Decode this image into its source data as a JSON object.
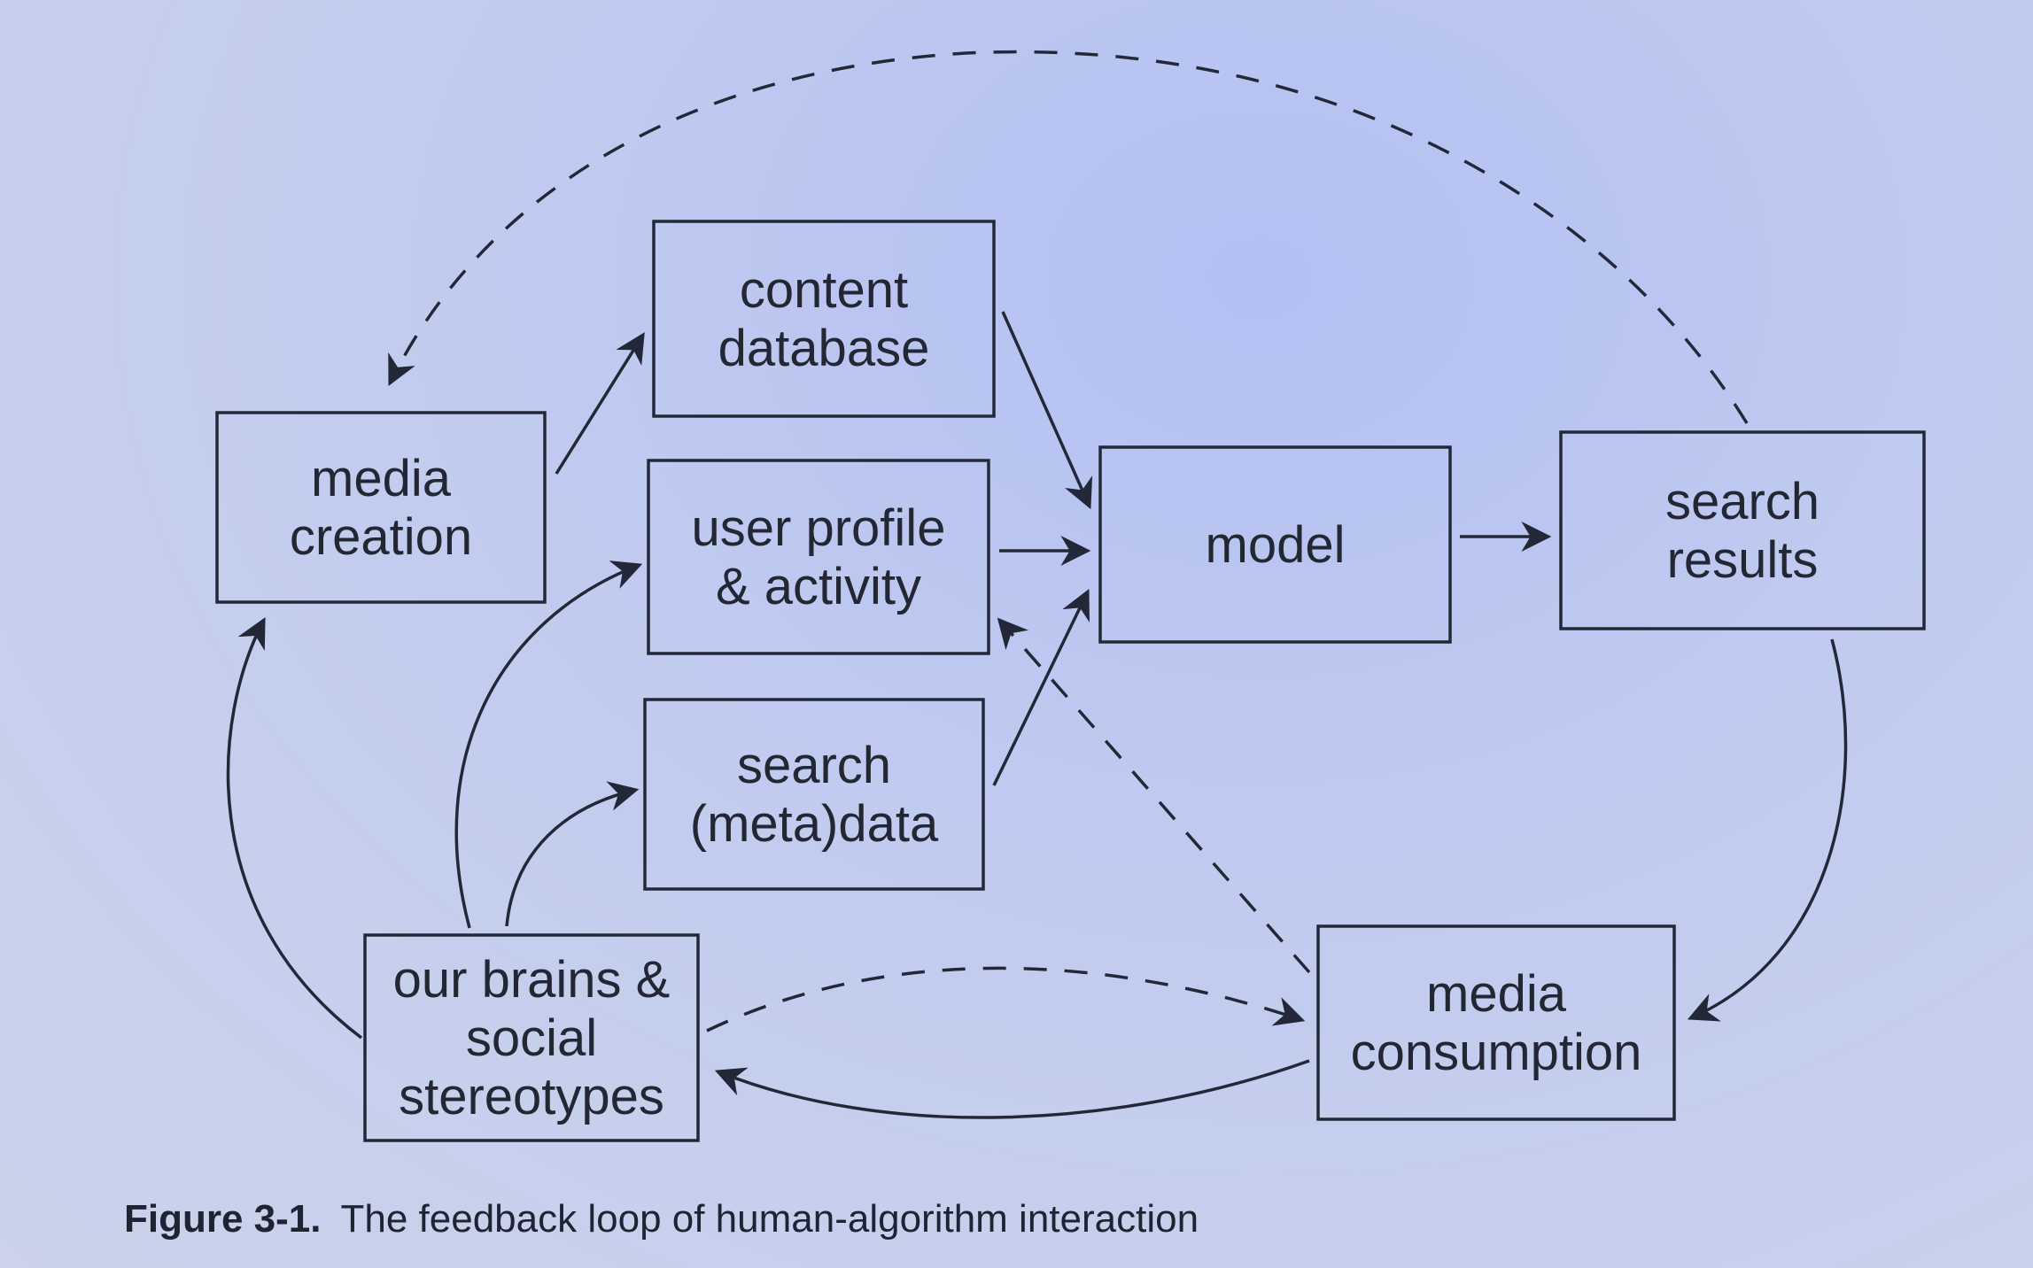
{
  "diagram": {
    "nodes": [
      {
        "id": "media_creation",
        "lines": [
          "media",
          "creation"
        ]
      },
      {
        "id": "content_database",
        "lines": [
          "content",
          "database"
        ]
      },
      {
        "id": "user_profile",
        "lines": [
          "user profile",
          "& activity"
        ]
      },
      {
        "id": "search_metadata",
        "lines": [
          "search",
          "(meta)data"
        ]
      },
      {
        "id": "model",
        "lines": [
          "model"
        ]
      },
      {
        "id": "search_results",
        "lines": [
          "search",
          "results"
        ]
      },
      {
        "id": "brains",
        "lines": [
          "our brains &",
          "social",
          "stereotypes"
        ]
      },
      {
        "id": "media_consumption",
        "lines": [
          "media",
          "consumption"
        ]
      }
    ],
    "edges": [
      {
        "from": "media_creation",
        "to": "content_database",
        "style": "solid"
      },
      {
        "from": "content_database",
        "to": "model",
        "style": "solid"
      },
      {
        "from": "user_profile",
        "to": "model",
        "style": "solid"
      },
      {
        "from": "search_metadata",
        "to": "model",
        "style": "solid"
      },
      {
        "from": "model",
        "to": "search_results",
        "style": "solid"
      },
      {
        "from": "search_results",
        "to": "media_creation",
        "style": "dashed"
      },
      {
        "from": "search_results",
        "to": "media_consumption",
        "style": "solid"
      },
      {
        "from": "media_consumption",
        "to": "brains",
        "style": "solid"
      },
      {
        "from": "brains",
        "to": "media_consumption",
        "style": "dashed"
      },
      {
        "from": "media_consumption",
        "to": "user_profile",
        "style": "dashed"
      },
      {
        "from": "brains",
        "to": "media_creation",
        "style": "solid"
      },
      {
        "from": "brains",
        "to": "user_profile",
        "style": "solid"
      },
      {
        "from": "brains",
        "to": "search_metadata",
        "style": "solid"
      }
    ]
  },
  "caption": {
    "label": "Figure 3-1.",
    "text": "The feedback loop of human-algorithm interaction"
  }
}
